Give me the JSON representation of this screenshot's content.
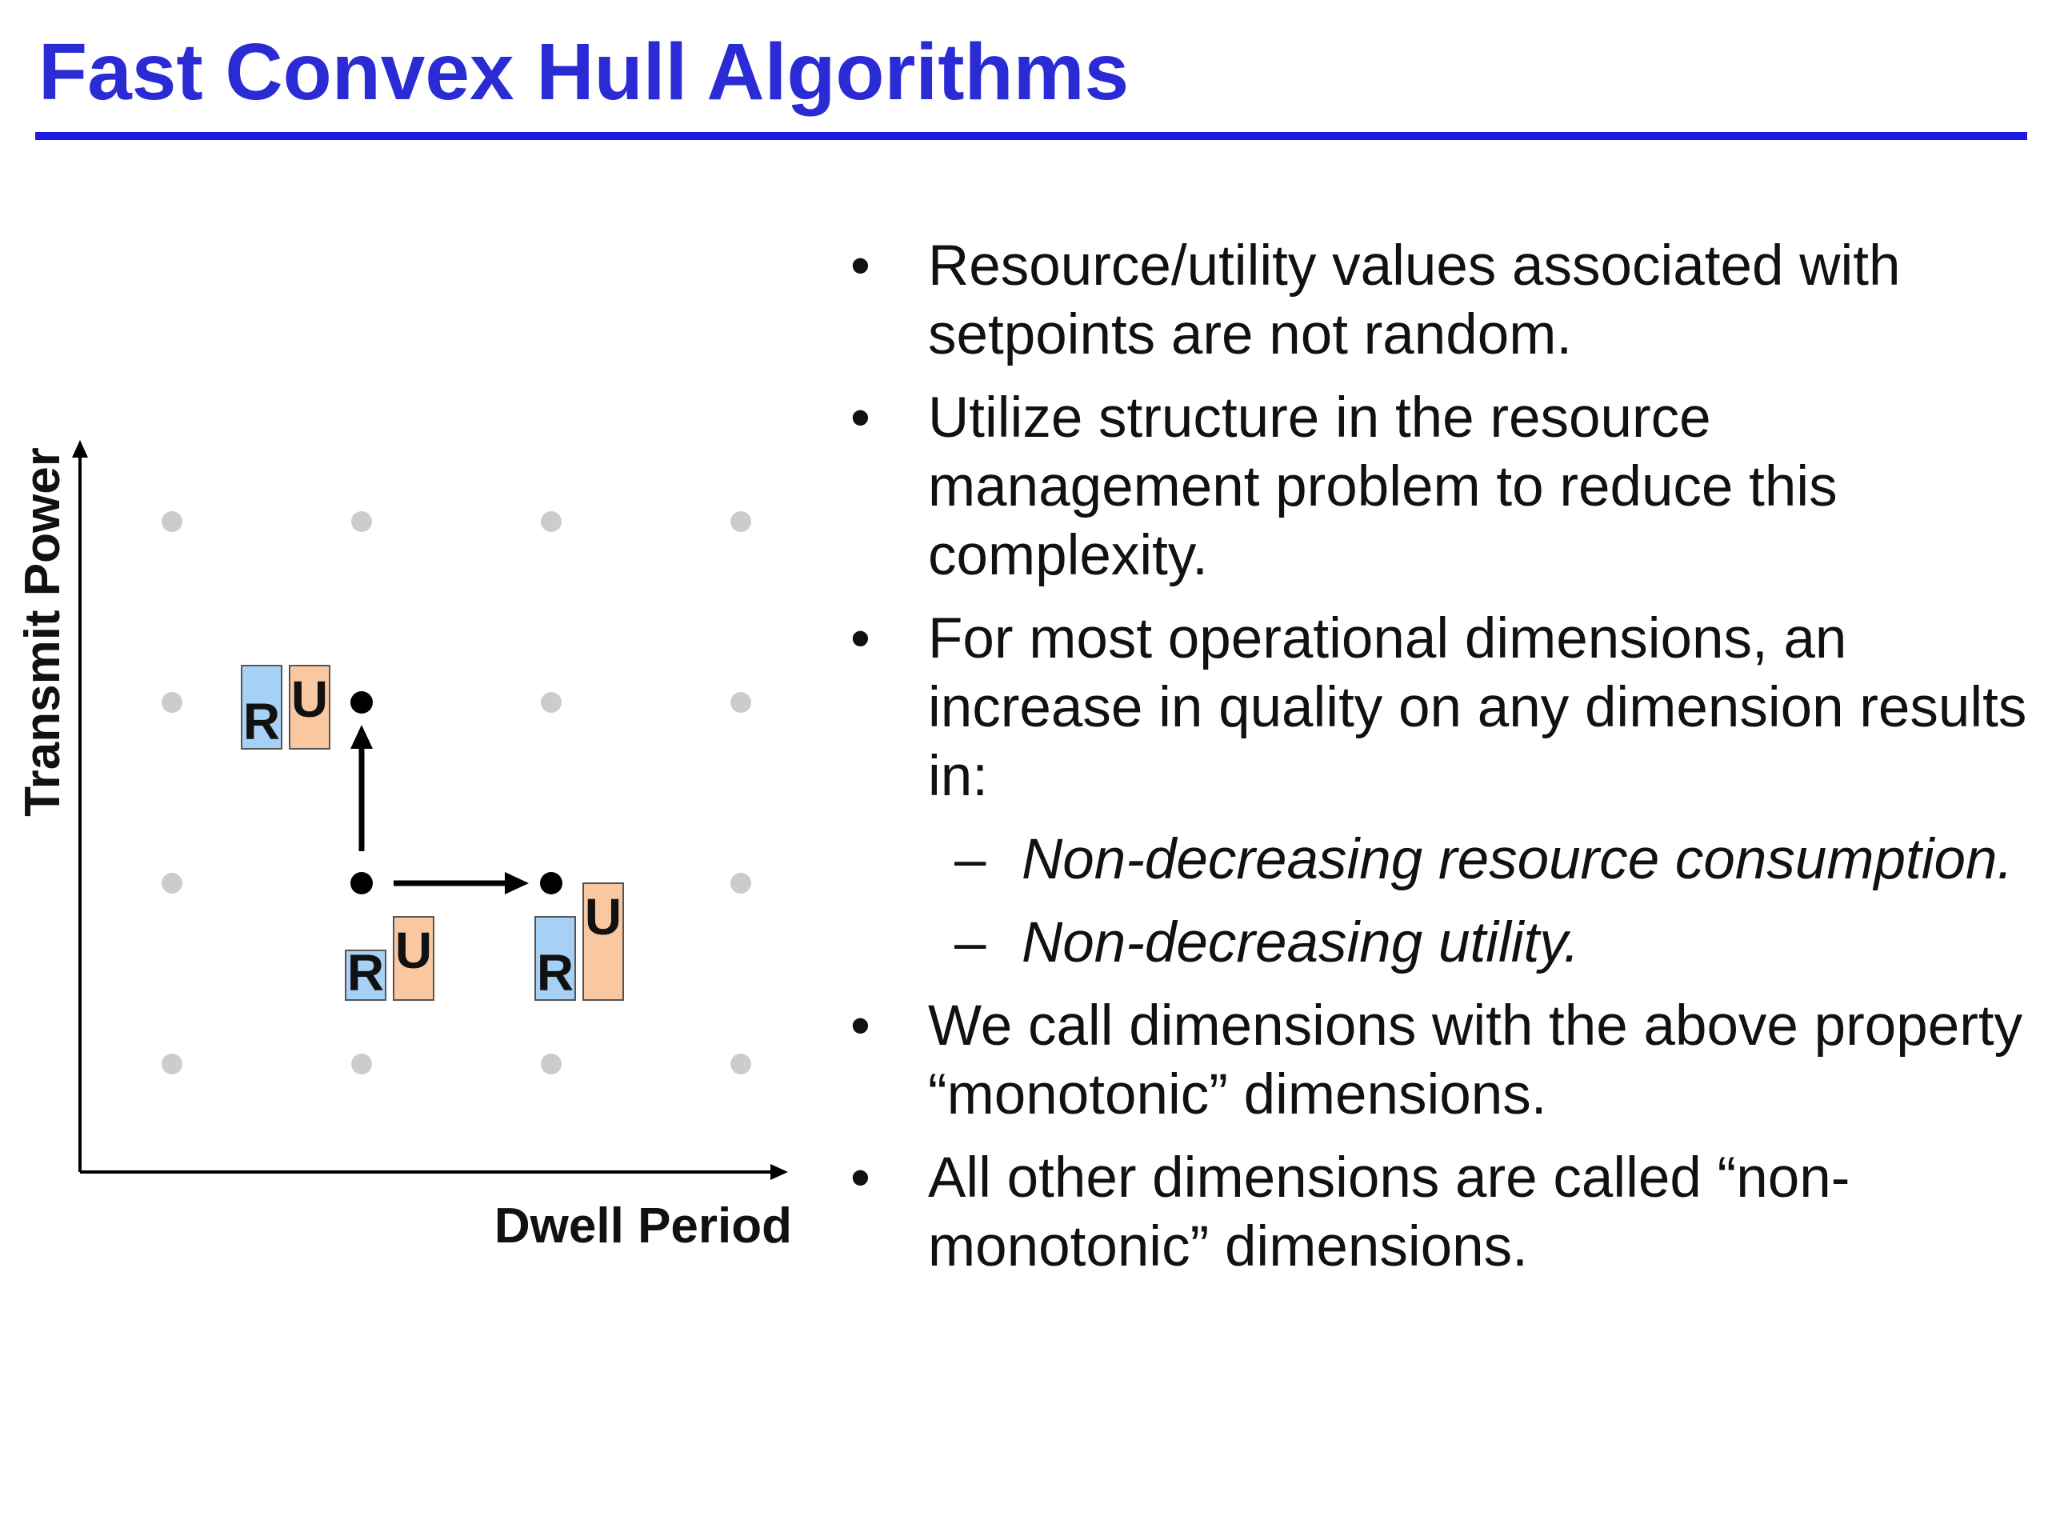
{
  "slide": {
    "title": "Fast Convex Hull Algorithms"
  },
  "diagram": {
    "x_axis_label": "Dwell Period",
    "y_axis_label": "Transmit Power",
    "bar_labels": {
      "resource": "R",
      "utility": "U"
    },
    "colors": {
      "resource": "#a7d0f5",
      "utility": "#f9c8a0",
      "grid_point": "#cccccc",
      "active_point": "#000000"
    },
    "grid": {
      "columns": 4,
      "rows": 4
    },
    "setpoints": [
      {
        "column": 1,
        "row": 1,
        "resource_level": 1,
        "utility_level": 2
      },
      {
        "column": 1,
        "row": 2,
        "resource_level": 2,
        "utility_level": 2
      },
      {
        "column": 2,
        "row": 1,
        "resource_level": 2,
        "utility_level": 3
      }
    ]
  },
  "bullets": [
    {
      "kind": "bullet",
      "text": "Resource/utility values associated with setpoints are not random."
    },
    {
      "kind": "bullet",
      "text": "Utilize structure in the resource management problem to reduce this complexity."
    },
    {
      "kind": "bullet",
      "text": "For most operational dimensions, an increase in quality on any dimension results in:"
    },
    {
      "kind": "sub",
      "dash": "–",
      "text": "Non-decreasing resource consumption."
    },
    {
      "kind": "sub",
      "dash": "–",
      "text": "Non-decreasing utility."
    },
    {
      "kind": "bullet",
      "text": "We call dimensions with the above property “monotonic” dimensions."
    },
    {
      "kind": "bullet",
      "text": "All other dimensions are called “non-monotonic” dimensions."
    }
  ]
}
